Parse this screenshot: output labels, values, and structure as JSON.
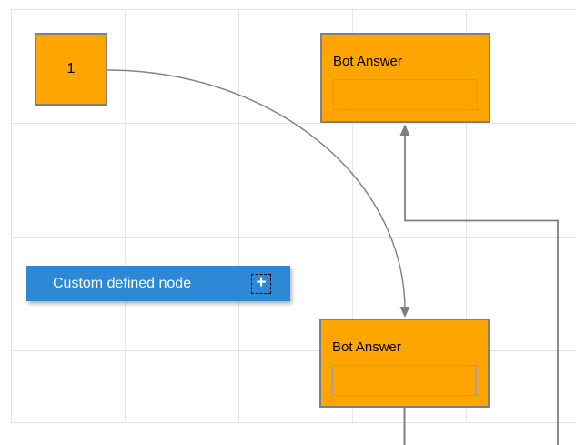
{
  "diagram": {
    "grid": {
      "cell_size": 125,
      "line_color": "#e5e5e5"
    },
    "colors": {
      "node_fill": "#FFA500",
      "node_border": "#808080",
      "custom_node_fill": "#2D89D5",
      "connector": "#7f7f7f"
    },
    "nodes": {
      "start": {
        "label": "1"
      },
      "bot_answer_top": {
        "title": "Bot Answer",
        "input_value": ""
      },
      "bot_answer_bottom": {
        "title": "Bot Answer",
        "input_value": ""
      },
      "custom": {
        "label": "Custom defined node",
        "plus_icon": "+"
      }
    },
    "connectors": [
      {
        "from": "start",
        "to": "bot_answer_bottom",
        "type": "curved",
        "arrow": "target"
      },
      {
        "from": "offscreen-bottom",
        "to": "bot_answer_top",
        "type": "orthogonal",
        "arrow": "target"
      },
      {
        "from": "bot_answer_bottom",
        "to": "offscreen-bottom",
        "type": "straight",
        "arrow": "none"
      }
    ]
  }
}
